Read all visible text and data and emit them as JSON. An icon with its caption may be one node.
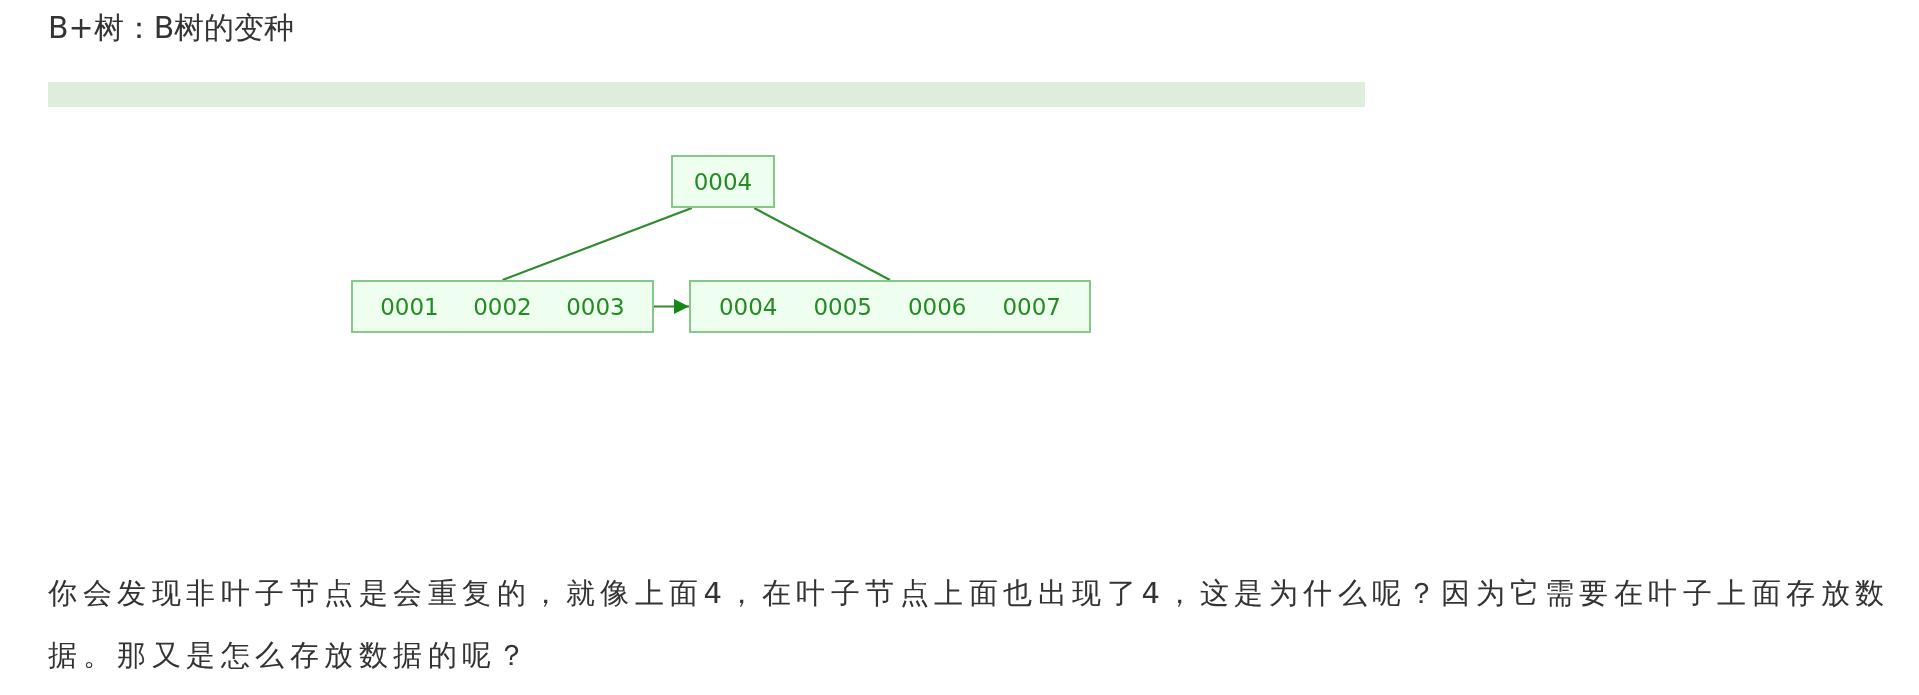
{
  "diagram": {
    "title": "B+树：B树的变种",
    "nodes": [
      {
        "text": [
          "0004"
        ]
      },
      {
        "text": [
          "0001",
          "0002",
          "0003"
        ]
      },
      {
        "text": [
          "0004",
          "0005",
          "0006",
          "0007"
        ]
      }
    ],
    "edges": [
      {
        "from": 0,
        "to": 1,
        "arrow": "none"
      },
      {
        "from": 0,
        "to": 2,
        "arrow": "none"
      },
      {
        "from": 1,
        "to": 2,
        "arrow": "to"
      }
    ],
    "caption": "你会发现非叶子节点是会重复的，就像上面4，在叶子节点上面也出现了4，这是为什么呢？因为它需要在叶子上面存放数据。那又是怎么存放数据的呢？"
  }
}
